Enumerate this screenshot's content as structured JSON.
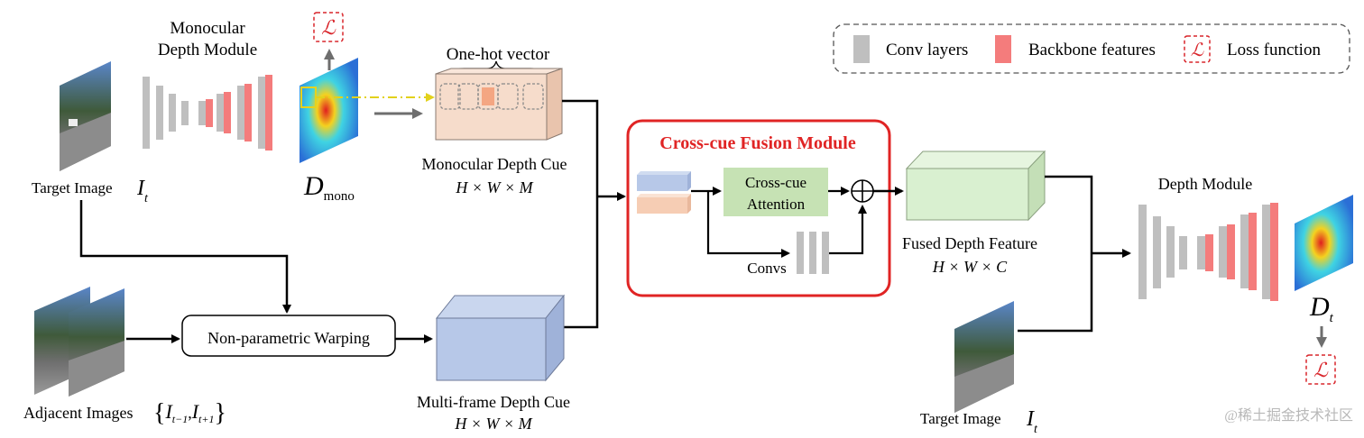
{
  "labels": {
    "mono_module": [
      "Monocular",
      "Depth Module"
    ],
    "target_image": "Target Image",
    "target_image_sym": "I",
    "target_image_sub": "t",
    "dmono_sym": "D",
    "dmono_sub": "mono",
    "one_hot": "One-hot vector",
    "mono_cue": "Monocular Depth Cue",
    "mono_cue_dims": "H × W × M",
    "legend_conv": "Conv layers",
    "legend_backbone": "Backbone features",
    "legend_loss": "Loss function",
    "loss_symbol": "ℒ",
    "fusion_title": "Cross-cue Fusion Module",
    "attention": [
      "Cross-cue",
      "Attention"
    ],
    "convs": "Convs",
    "fused_feature": "Fused Depth Feature",
    "fused_dims": "H × W × C",
    "depth_module": "Depth Module",
    "dt_sym": "D",
    "dt_sub": "t",
    "warping": "Non-parametric Warping",
    "multi_cue": "Multi-frame Depth Cue",
    "multi_cue_dims": "H × W × M",
    "adjacent_images": "Adjacent Images",
    "adjacent_set": "{I_{t−1}, I_{t+1}}",
    "adj_i": "I",
    "adj_sub1": "t−1",
    "adj_sub2": "t+1",
    "target_image_2": "Target Image",
    "watermark": "@稀土掘金技术社区"
  },
  "colors": {
    "conv_gray": "#bfbfbf",
    "backbone_red": "#f47c7c",
    "loss_red": "#d9262c",
    "fusion_border": "#e02424",
    "attention_green": "#c6e2b4",
    "fused_green": "#d9f0d0",
    "multi_blue": "#b7c8e8",
    "mono_peach": "#f6dccb"
  }
}
